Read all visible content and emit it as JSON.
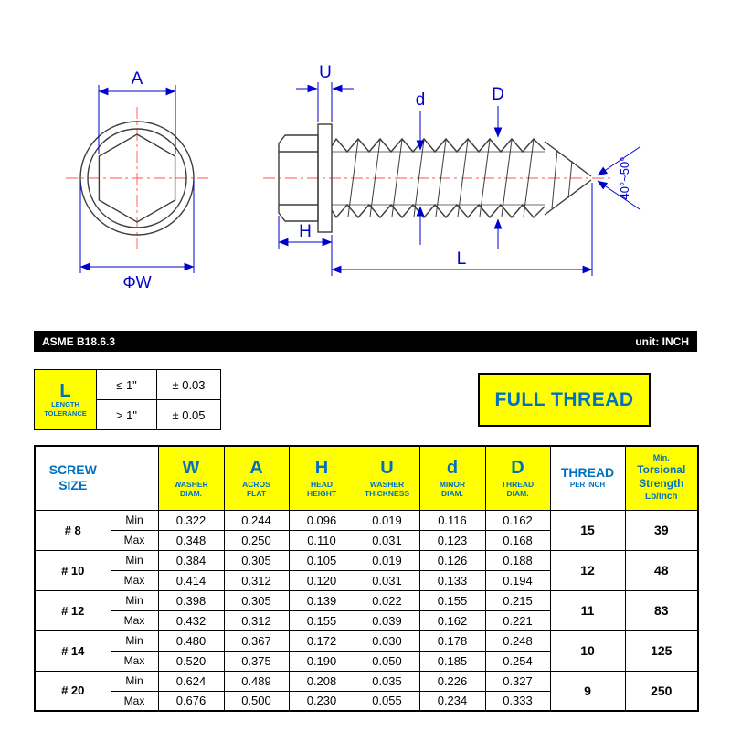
{
  "meta": {
    "standard": "ASME B18.6.3",
    "unit_label": "unit: INCH"
  },
  "colors": {
    "accent_blue": "#0070c0",
    "dimension_blue": "#0000cc",
    "highlight_yellow": "#ffff00",
    "centerline_red": "#ff5555",
    "bar_black": "#000000"
  },
  "drawing": {
    "labels": {
      "A": "A",
      "W": "ΦW",
      "H": "H",
      "U": "U",
      "d": "d",
      "D": "D",
      "L": "L",
      "angle": "40°~50°"
    }
  },
  "tolerance_table": {
    "symbol": "L",
    "title_line1": "LENGTH",
    "title_line2": "TOLERANCE",
    "rows": [
      {
        "condition": "≤ 1\"",
        "value": "± 0.03"
      },
      {
        "condition": "> 1\"",
        "value": "± 0.05"
      }
    ]
  },
  "full_thread_label": "FULL THREAD",
  "spec_table": {
    "screw_size": {
      "line1": "SCREW",
      "line2": "SIZE"
    },
    "min_label": "Min",
    "max_label": "Max",
    "columns": [
      {
        "symbol": "W",
        "label": "WASHER DIAM."
      },
      {
        "symbol": "A",
        "label": "ACROS FLAT"
      },
      {
        "symbol": "H",
        "label": "HEAD HEIGHT"
      },
      {
        "symbol": "U",
        "label": "WASHER THICKNESS"
      },
      {
        "symbol": "d",
        "label": "MINOR DIAM."
      },
      {
        "symbol": "D",
        "label": "THREAD DIAM."
      }
    ],
    "thread_header": {
      "line1": "THREAD",
      "line2": "PER INCH"
    },
    "strength_header": {
      "line1": "Min.",
      "line2": "Torsional",
      "line3": "Strength",
      "line4": "Lb/Inch"
    },
    "rows": [
      {
        "size": "# 8",
        "min": [
          "0.322",
          "0.244",
          "0.096",
          "0.019",
          "0.116",
          "0.162"
        ],
        "max": [
          "0.348",
          "0.250",
          "0.110",
          "0.031",
          "0.123",
          "0.168"
        ],
        "thread_per_inch": "15",
        "strength": "39"
      },
      {
        "size": "# 10",
        "min": [
          "0.384",
          "0.305",
          "0.105",
          "0.019",
          "0.126",
          "0.188"
        ],
        "max": [
          "0.414",
          "0.312",
          "0.120",
          "0.031",
          "0.133",
          "0.194"
        ],
        "thread_per_inch": "12",
        "strength": "48"
      },
      {
        "size": "# 12",
        "min": [
          "0.398",
          "0.305",
          "0.139",
          "0.022",
          "0.155",
          "0.215"
        ],
        "max": [
          "0.432",
          "0.312",
          "0.155",
          "0.039",
          "0.162",
          "0.221"
        ],
        "thread_per_inch": "11",
        "strength": "83"
      },
      {
        "size": "# 14",
        "min": [
          "0.480",
          "0.367",
          "0.172",
          "0.030",
          "0.178",
          "0.248"
        ],
        "max": [
          "0.520",
          "0.375",
          "0.190",
          "0.050",
          "0.185",
          "0.254"
        ],
        "thread_per_inch": "10",
        "strength": "125"
      },
      {
        "size": "# 20",
        "min": [
          "0.624",
          "0.489",
          "0.208",
          "0.035",
          "0.226",
          "0.327"
        ],
        "max": [
          "0.676",
          "0.500",
          "0.230",
          "0.055",
          "0.234",
          "0.333"
        ],
        "thread_per_inch": "9",
        "strength": "250"
      }
    ]
  }
}
